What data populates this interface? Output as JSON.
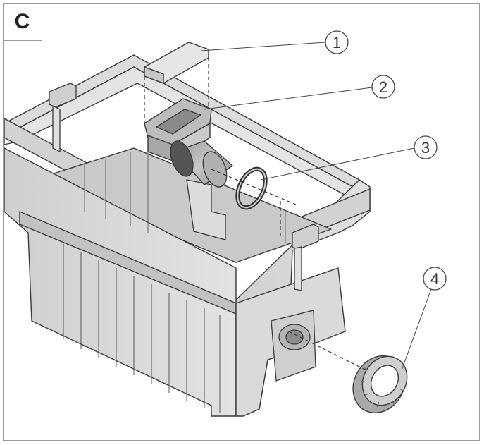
{
  "panel": {
    "letter": "C"
  },
  "callouts": [
    {
      "number": "1",
      "part": "cover-plate"
    },
    {
      "number": "2",
      "part": "inlet-adapter"
    },
    {
      "number": "3",
      "part": "o-ring-seal"
    },
    {
      "number": "4",
      "part": "lock-nut"
    }
  ],
  "colors": {
    "outline": "#3a3a3a",
    "fill": "#d9d9d9",
    "frame": "#9a9a9a"
  }
}
